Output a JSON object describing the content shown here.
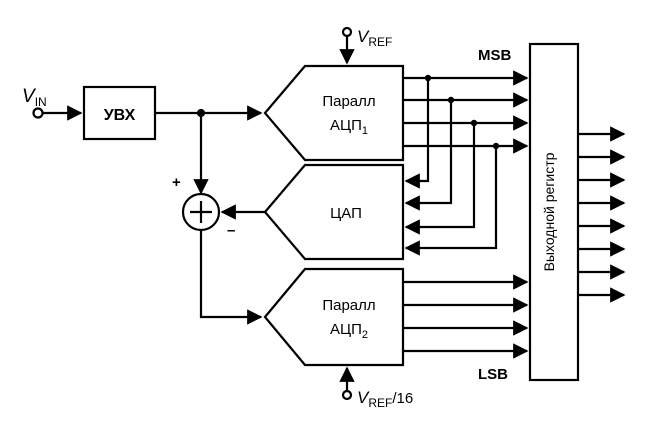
{
  "diagram": {
    "input": {
      "symbol": "V",
      "subscript": "IN"
    },
    "ref_top": {
      "symbol": "V",
      "subscript": "REF",
      "suffix": ""
    },
    "ref_bottom": {
      "symbol": "V",
      "subscript": "REF",
      "suffix": "/16"
    },
    "blocks": {
      "sample_hold": "УВХ",
      "adc1_line1": "Паралл",
      "adc1_line2": "АЦП",
      "adc1_index": "1",
      "dac": "ЦАП",
      "adc2_line1": "Паралл",
      "adc2_line2": "АЦП",
      "adc2_index": "2",
      "output_register": "Выходной регистр"
    },
    "summer": {
      "plus": "+",
      "minus": "–"
    },
    "msb_label": "MSB",
    "lsb_label": "LSB",
    "output_bits": 8
  }
}
